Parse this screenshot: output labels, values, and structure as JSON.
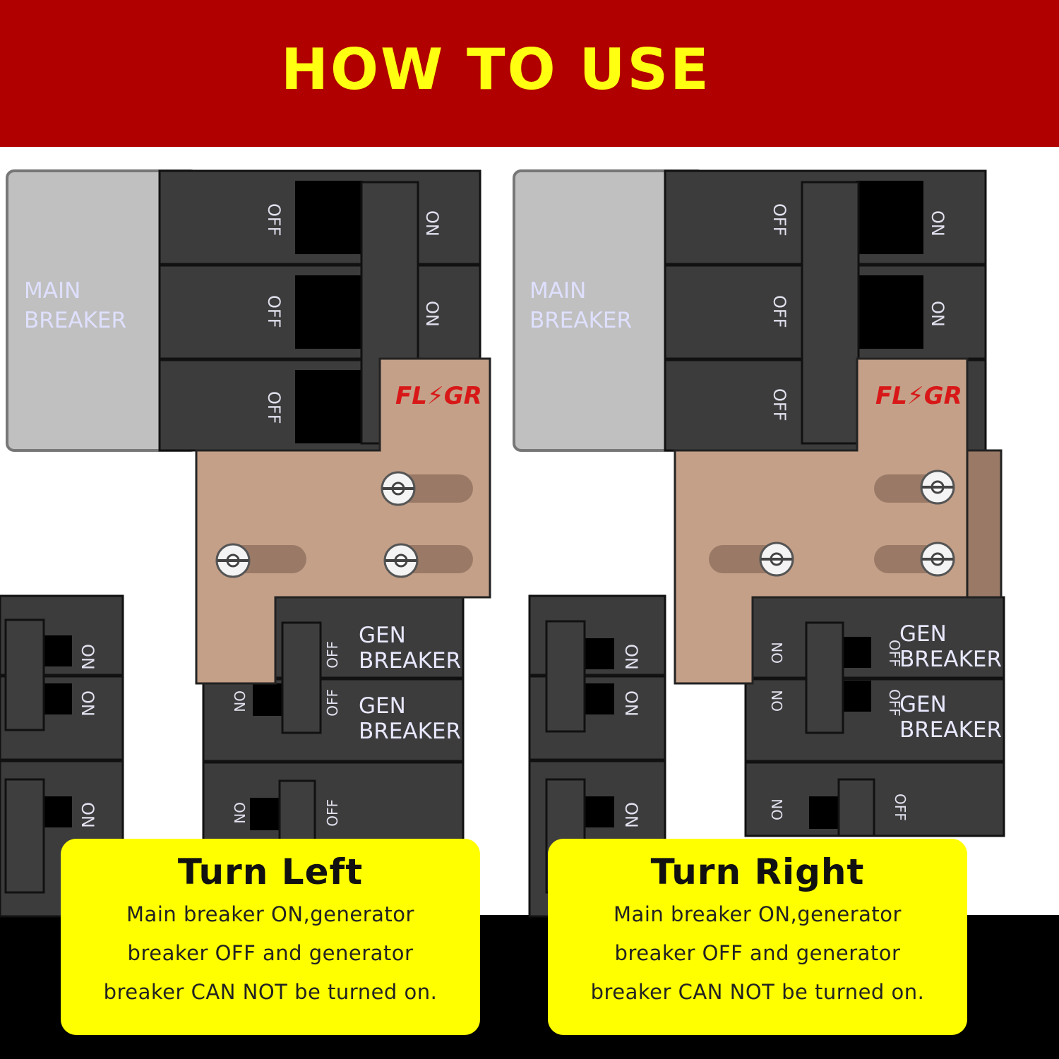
{
  "header": {
    "title": "HOW TO USE"
  },
  "labels": {
    "main_line1": "MAIN",
    "main_line2": "BREAKER",
    "gen_line1": "GEN",
    "gen_line2": "BREAKER",
    "on": "ON",
    "off": "OFF",
    "brand": "FL⚡GR"
  },
  "panels": [
    {
      "title": "Turn Left",
      "lines": [
        "Main breaker ON,generator",
        "breaker OFF and generator",
        "breaker CAN NOT be turned on."
      ]
    },
    {
      "title": "Turn Right",
      "lines": [
        "Main breaker ON,generator",
        "breaker OFF and generator",
        "breaker CAN NOT be turned on."
      ]
    }
  ],
  "colors": {
    "banner": "#b00000",
    "title": "#ffff12",
    "breaker": "#3c3c3c",
    "main_panel": "#c0c0c0",
    "plate": "#c4a088",
    "slot": "#9a7a66",
    "card": "#ffff00",
    "brand": "#d81818"
  }
}
